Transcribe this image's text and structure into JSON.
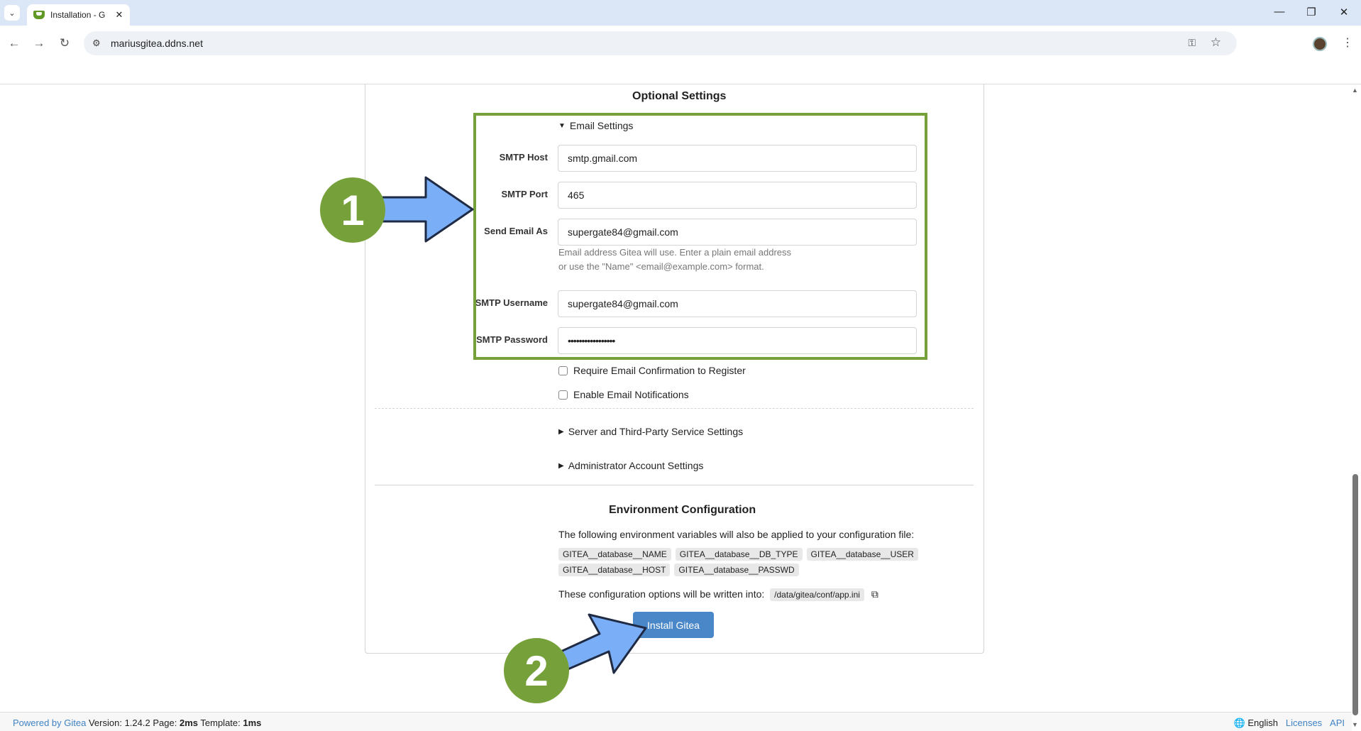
{
  "browser": {
    "tab_title": "Installation - G",
    "url": "mariusgitea.ddns.net"
  },
  "page": {
    "optional_settings_heading": "Optional Settings",
    "email_settings_toggle": "Email Settings",
    "smtp_host_label": "SMTP Host",
    "smtp_host_value": "smtp.gmail.com",
    "smtp_port_label": "SMTP Port",
    "smtp_port_value": "465",
    "send_email_as_label": "Send Email As",
    "send_email_as_value": "supergate84@gmail.com",
    "send_email_help_line1": "Email address Gitea will use. Enter a plain email address",
    "send_email_help_line2": "or use the \"Name\" <email@example.com> format.",
    "smtp_username_label": "SMTP Username",
    "smtp_username_value": "supergate84@gmail.com",
    "smtp_password_label": "SMTP Password",
    "smtp_password_value": "•••••••••••••••••",
    "require_email_confirmation": "Require Email Confirmation to Register",
    "enable_email_notifications": "Enable Email Notifications",
    "server_settings_toggle": "Server and Third-Party Service Settings",
    "admin_settings_toggle": "Administrator Account Settings",
    "env_heading": "Environment Configuration",
    "env_description": "The following environment variables will also be applied to your configuration file:",
    "env_vars_row1": [
      "GITEA__database__NAME",
      "GITEA__database__DB_TYPE",
      "GITEA__database__USER"
    ],
    "env_vars_row2": [
      "GITEA__database__HOST",
      "GITEA__database__PASSWD"
    ],
    "config_written_text": "These configuration options will be written into:",
    "config_path": "/data/gitea/conf/app.ini",
    "install_button": "Install Gitea"
  },
  "annotations": {
    "step1": "1",
    "step2": "2",
    "box_color": "#76a13a",
    "arrow_color": "#7aaef7"
  },
  "footer": {
    "powered_by": "Powered by Gitea",
    "version_prefix": "Version:",
    "version": "1.24.2",
    "page_prefix": "Page:",
    "page_time": "2ms",
    "template_prefix": "Template:",
    "template_time": "1ms",
    "language": "English",
    "licenses": "Licenses",
    "api": "API"
  }
}
